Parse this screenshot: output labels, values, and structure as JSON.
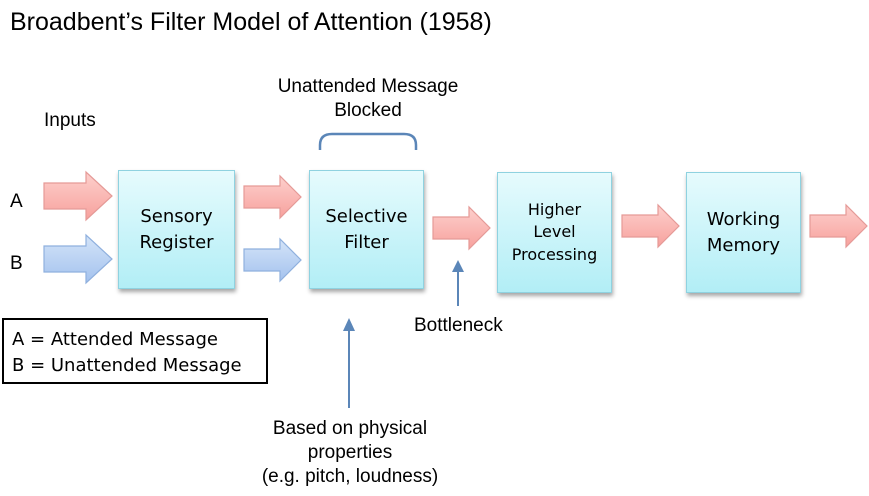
{
  "title": "Broadbent’s Filter Model of Attention (1958)",
  "inputs_label": "Inputs",
  "input_a": "A",
  "input_b": "B",
  "boxes": {
    "sensory": "Sensory\nRegister",
    "filter": "Selective\nFilter",
    "higher": "Higher\nLevel\nProcessing",
    "working": "Working\nMemory"
  },
  "unattended_blocked": "Unattended Message\nBlocked",
  "bottleneck": "Bottleneck",
  "physical_note": "Based on physical\nproperties\n(e.g. pitch, loudness)",
  "legend": {
    "a": "A = Attended Message",
    "b": "B = Unattended Message"
  },
  "colors": {
    "attended_fill": "#f9a7a4",
    "unattended_fill": "#a9c8f1",
    "pointer": "#5b86b8"
  }
}
